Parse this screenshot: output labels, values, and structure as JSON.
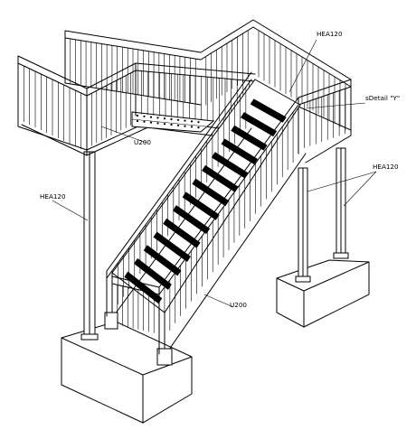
{
  "labels": {
    "hea_top": "HEA120",
    "detail": "sDetail \"Y\"",
    "hea_right": "HEA120",
    "u200_top": "U200",
    "hea_left": "HEA120",
    "u200_bottom": "U200"
  }
}
